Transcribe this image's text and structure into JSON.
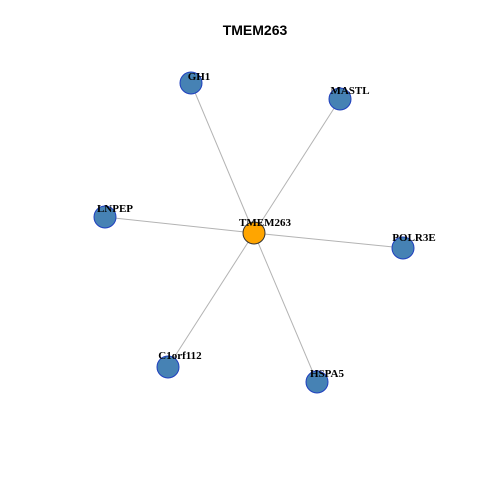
{
  "title": "TMEM263",
  "colors": {
    "background": "#ffffff",
    "edge": "#b3b3b3",
    "center_fill": "#ffa500",
    "center_stroke": "#333333",
    "node_fill": "#4682b4",
    "node_stroke": "#1f3fbf"
  },
  "network": {
    "center": {
      "label": "TMEM263"
    },
    "neighbors": [
      {
        "label": "GH1"
      },
      {
        "label": "MASTL"
      },
      {
        "label": "LNPEP"
      },
      {
        "label": "POLR3E"
      },
      {
        "label": "C1orf112"
      },
      {
        "label": "HSPA5"
      }
    ]
  }
}
